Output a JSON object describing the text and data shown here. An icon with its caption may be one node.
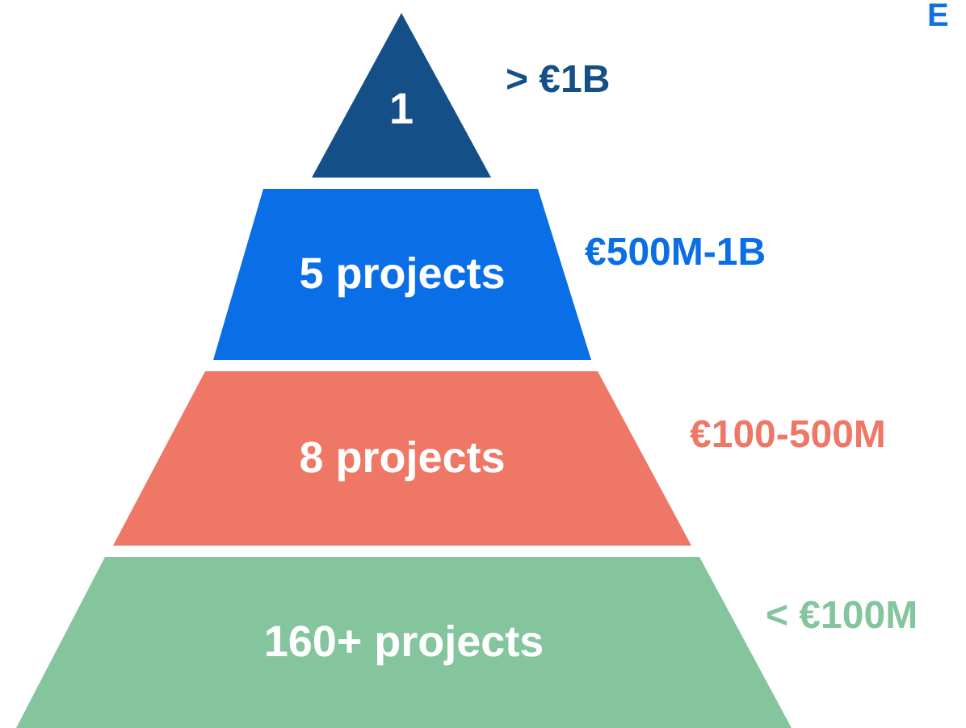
{
  "diagram": {
    "nodes": [
      {
        "text": [
          "1"
        ],
        "beside": [
          "> €1B"
        ]
      },
      {
        "text": [
          "5 projects"
        ],
        "beside": [
          "€500M-1B"
        ]
      },
      {
        "text": [
          "8 projects"
        ],
        "beside": [
          "€100-500M"
        ]
      },
      {
        "text": [
          "160+ projects"
        ],
        "beside": [
          "< €100M"
        ]
      }
    ],
    "labels": [
      "E"
    ]
  }
}
